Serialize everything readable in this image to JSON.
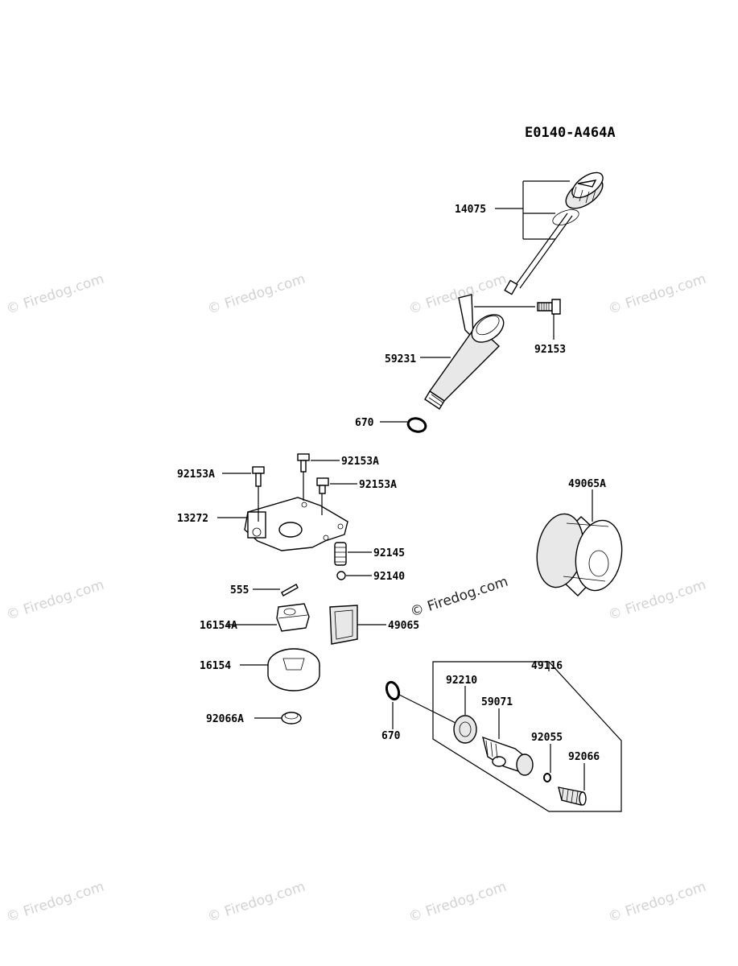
{
  "diagram_code": "E0140-A464A",
  "watermark": "© Firedog.com",
  "parts": {
    "p14075": "14075",
    "p92153": "92153",
    "p59231": "59231",
    "p670_top": "670",
    "p92153A_1": "92153A",
    "p92153A_2": "92153A",
    "p92153A_3": "92153A",
    "p13272": "13272",
    "p49065A": "49065A",
    "p92145": "92145",
    "p92140": "92140",
    "p555": "555",
    "p16154A": "16154A",
    "p49065": "49065",
    "p16154": "16154",
    "p49116": "49116",
    "p92210": "92210",
    "p59071": "59071",
    "p92066A": "92066A",
    "p670_bottom": "670",
    "p92055": "92055",
    "p92066": "92066"
  }
}
